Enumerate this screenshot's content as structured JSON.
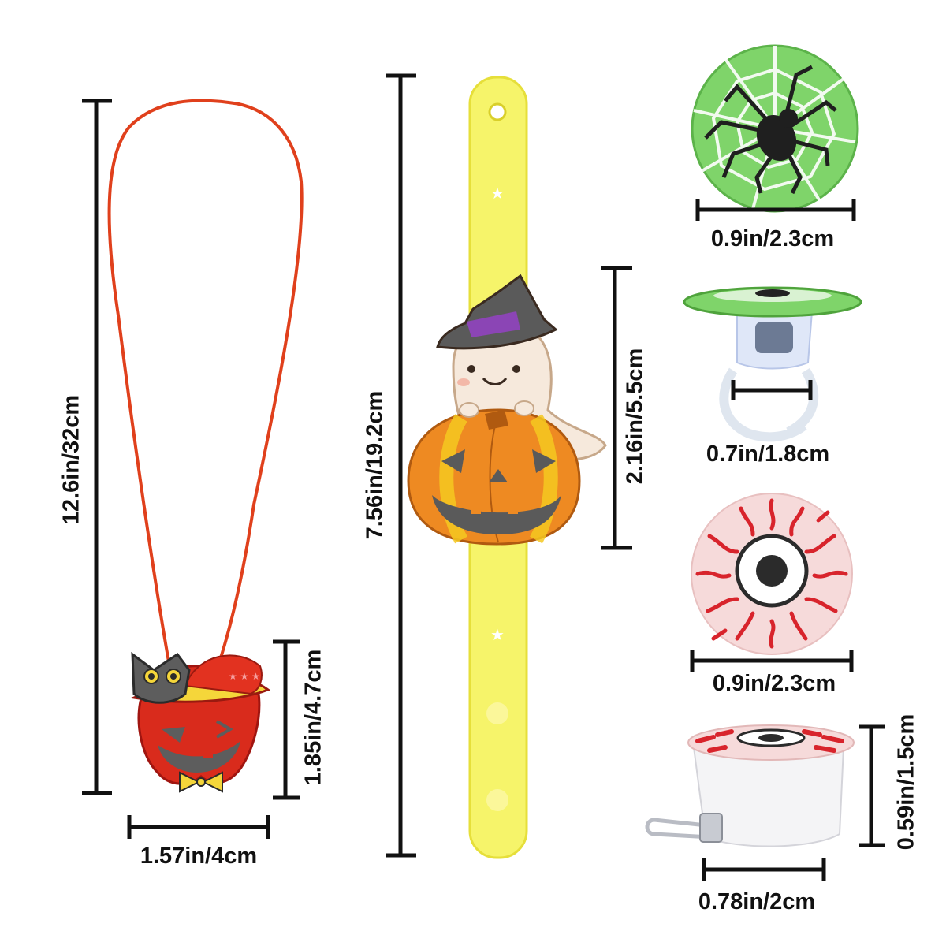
{
  "products": [
    {
      "name": "Pumpkin cat necklace",
      "dims": {
        "height": "12.6in/32cm",
        "pendant_height": "1.85in/4.7cm",
        "pendant_width": "1.57in/4cm"
      }
    },
    {
      "name": "Ghost pumpkin light-up bracelet",
      "dims": {
        "length": "7.56in/19.2cm",
        "charm_height": "2.16in/5.5cm"
      }
    },
    {
      "name": "Spider web ring",
      "dims": {
        "top_diameter": "0.9in/2.3cm",
        "band_width": "0.7in/1.8cm"
      }
    },
    {
      "name": "Eyeball pin",
      "dims": {
        "diameter": "0.9in/2.3cm",
        "thickness": "0.59in/1.5cm",
        "base_width": "0.78in/2cm"
      }
    }
  ],
  "colors": {
    "bracelet_strap": "#f6f46a",
    "pumpkin_orange": "#ee8a22",
    "ghost": "#f6e9dc",
    "witch_hat": "#5a5a5a",
    "hat_band": "#8b45b5",
    "necklace_cord": "#e0401c",
    "pendant_red": "#d92b1c",
    "cat_grey": "#5d5d5d",
    "web_green": "#7fd46a",
    "eyeball_pink": "#f6dada",
    "vein_red": "#d8242c",
    "dimension_line": "#111111"
  }
}
